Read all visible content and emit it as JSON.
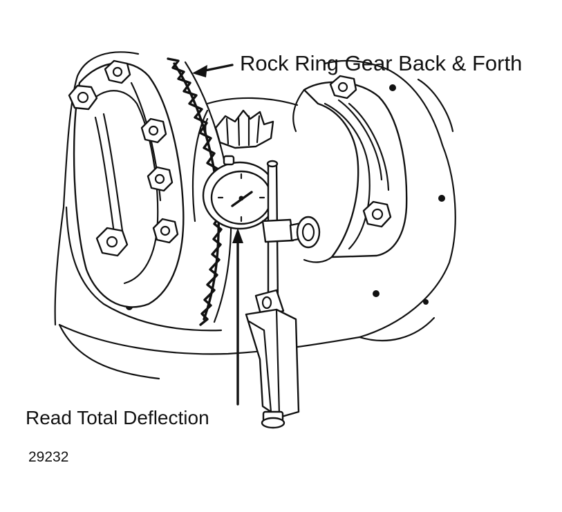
{
  "figure": {
    "number": "29232"
  },
  "callouts": {
    "rock_ring_gear": "Rock Ring Gear Back & Forth",
    "read_deflection": "Read Total Deflection"
  },
  "colors": {
    "ink": "#111111",
    "paper": "#ffffff"
  }
}
